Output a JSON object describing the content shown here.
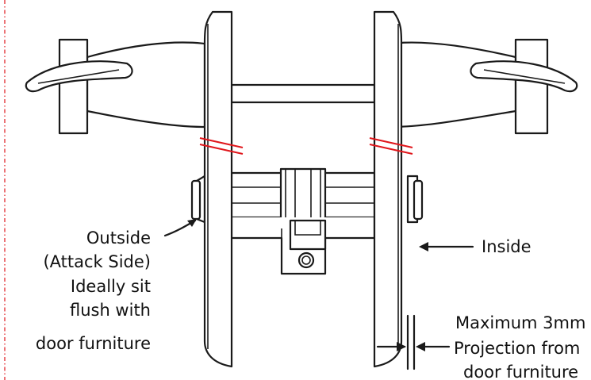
{
  "labels": {
    "outside_line1": "Outside",
    "outside_line2": "(Attack Side)",
    "outside_line3": "Ideally sit",
    "outside_line4": "flush with",
    "outside_line5": "door furniture",
    "inside": "Inside",
    "max_line1": "Maximum 3mm",
    "max_line2": "Projection from",
    "max_line3": "door furniture"
  },
  "colors": {
    "line": "#1a1a1a",
    "cut_marks": "#e0161b",
    "page_border": "#e0161b"
  }
}
